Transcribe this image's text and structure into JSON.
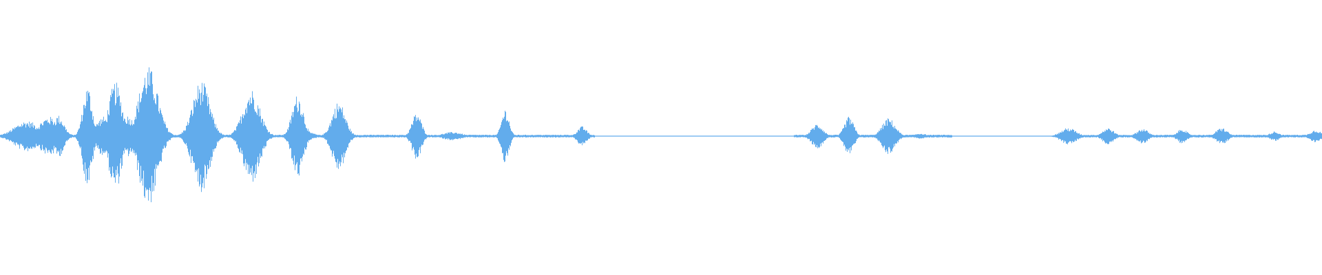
{
  "waveform": {
    "color": "#62acec",
    "background": "#ffffff",
    "noise_floor": 0.02,
    "bursts": [
      {
        "t": 0.006,
        "amp": 0.04,
        "w": 0.006
      },
      {
        "t": 0.02,
        "amp": 0.22,
        "w": 0.013
      },
      {
        "t": 0.037,
        "amp": 0.28,
        "w": 0.011
      },
      {
        "t": 0.044,
        "amp": 0.3,
        "w": 0.006
      },
      {
        "t": 0.066,
        "amp": 0.72,
        "w": 0.005
      },
      {
        "t": 0.078,
        "amp": 0.28,
        "w": 0.008
      },
      {
        "t": 0.087,
        "amp": 0.78,
        "w": 0.007
      },
      {
        "t": 0.096,
        "amp": 0.3,
        "w": 0.008
      },
      {
        "t": 0.112,
        "amp": 1.0,
        "w": 0.01
      },
      {
        "t": 0.152,
        "amp": 0.8,
        "w": 0.009
      },
      {
        "t": 0.19,
        "amp": 0.68,
        "w": 0.009
      },
      {
        "t": 0.225,
        "amp": 0.6,
        "w": 0.006
      },
      {
        "t": 0.235,
        "amp": 0.05,
        "w": 0.005
      },
      {
        "t": 0.256,
        "amp": 0.5,
        "w": 0.007
      },
      {
        "t": 0.315,
        "amp": 0.34,
        "w": 0.005
      },
      {
        "t": 0.342,
        "amp": 0.06,
        "w": 0.01
      },
      {
        "t": 0.382,
        "amp": 0.4,
        "w": 0.004
      },
      {
        "t": 0.44,
        "amp": 0.14,
        "w": 0.005
      },
      {
        "t": 0.618,
        "amp": 0.18,
        "w": 0.006
      },
      {
        "t": 0.642,
        "amp": 0.28,
        "w": 0.005
      },
      {
        "t": 0.672,
        "amp": 0.26,
        "w": 0.007
      },
      {
        "t": 0.696,
        "amp": 0.04,
        "w": 0.006
      },
      {
        "t": 0.808,
        "amp": 0.12,
        "w": 0.008
      },
      {
        "t": 0.838,
        "amp": 0.12,
        "w": 0.006
      },
      {
        "t": 0.864,
        "amp": 0.11,
        "w": 0.006
      },
      {
        "t": 0.894,
        "amp": 0.11,
        "w": 0.005
      },
      {
        "t": 0.924,
        "amp": 0.12,
        "w": 0.006
      },
      {
        "t": 0.964,
        "amp": 0.07,
        "w": 0.005
      },
      {
        "t": 0.995,
        "amp": 0.09,
        "w": 0.006
      }
    ],
    "quiet_spans": [
      {
        "from": 0.45,
        "to": 0.6,
        "level": 0.006
      },
      {
        "from": 0.72,
        "to": 0.8,
        "level": 0.004
      }
    ]
  }
}
